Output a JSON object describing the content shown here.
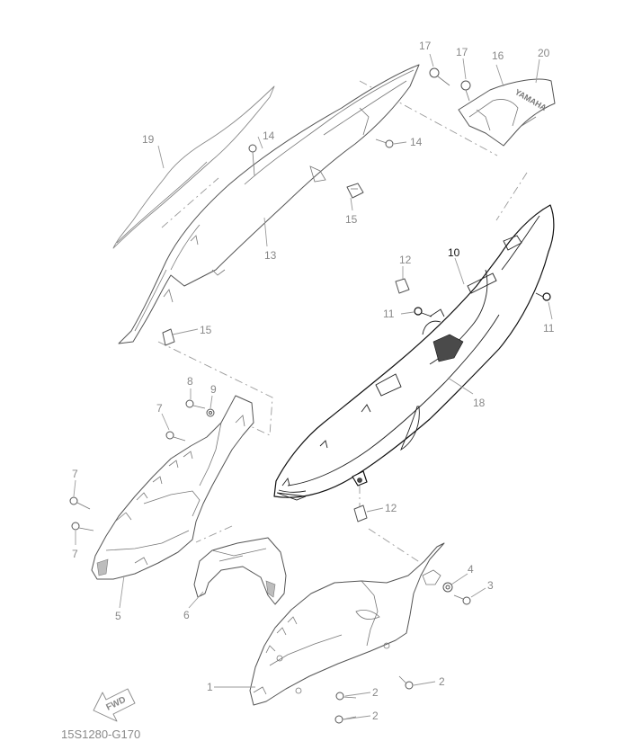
{
  "diagram": {
    "reference_code": "15S1280-G170",
    "fwd_label": "FWD",
    "logo_text": "YAMAHA",
    "callouts": {
      "c1": "1",
      "c2a": "2",
      "c2b": "2",
      "c2c": "2",
      "c3": "3",
      "c4": "4",
      "c5": "5",
      "c6": "6",
      "c7a": "7",
      "c7b": "7",
      "c7c": "7",
      "c8": "8",
      "c9": "9",
      "c10": "10",
      "c11a": "11",
      "c11b": "11",
      "c12a": "12",
      "c12b": "12",
      "c13": "13",
      "c14a": "14",
      "c14b": "14",
      "c15a": "15",
      "c15b": "15",
      "c16": "16",
      "c17a": "17",
      "c17b": "17",
      "c18": "18",
      "c19": "19",
      "c20": "20"
    },
    "colors": {
      "line": "#555555",
      "label": "#888888",
      "highlight": "#111111"
    }
  }
}
